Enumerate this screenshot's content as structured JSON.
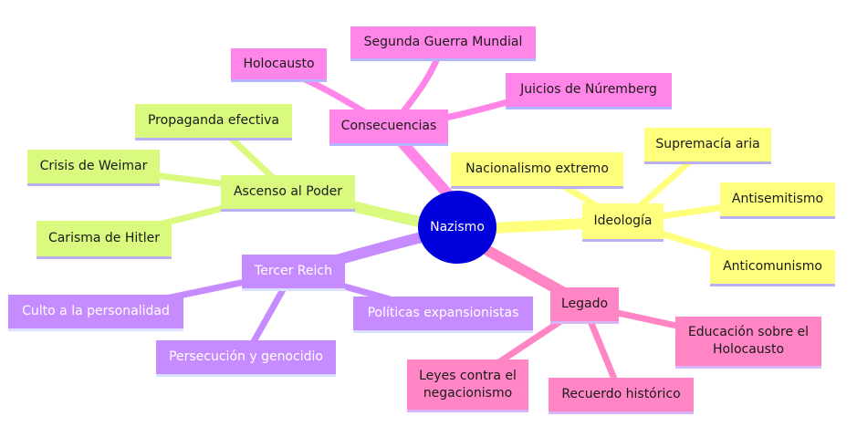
{
  "center": {
    "label": "Nazismo",
    "color": "#0000dd"
  },
  "branches": {
    "consecuencias": {
      "label": "Consecuencias",
      "color": "#ff85e8",
      "children": [
        "Holocausto",
        "Segunda Guerra Mundial",
        "Juicios de Núremberg"
      ]
    },
    "ascenso": {
      "label": "Ascenso al Poder",
      "color": "#d9fa7e",
      "children": [
        "Propaganda efectiva",
        "Crisis de Weimar",
        "Carisma de Hitler"
      ]
    },
    "ideologia": {
      "label": "Ideología",
      "color": "#ffff7e",
      "children": [
        "Nacionalismo extremo",
        "Supremacía aria",
        "Antisemitismo",
        "Anticomunismo"
      ]
    },
    "tercer_reich": {
      "label": "Tercer Reich",
      "color": "#c68cff",
      "children": [
        "Culto a la personalidad",
        "Persecución y genocidio",
        "Políticas expansionistas"
      ]
    },
    "legado": {
      "label": "Legado",
      "color": "#ff85c4",
      "children": [
        "Leyes contra el negacionismo",
        "Recuerdo histórico",
        "Educación sobre el Holocausto"
      ]
    }
  }
}
